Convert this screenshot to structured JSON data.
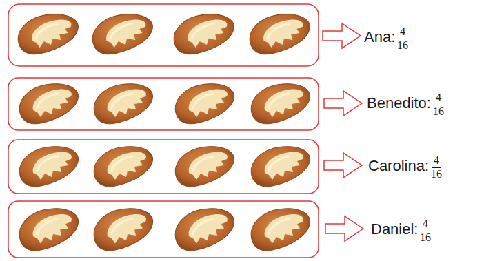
{
  "diagram": {
    "labels": [
      "Ana:",
      "4",
      "16",
      "Benedito:",
      "4",
      "16",
      "Carolina:",
      "4",
      "16",
      "Daniel:",
      "4",
      "16"
    ]
  }
}
